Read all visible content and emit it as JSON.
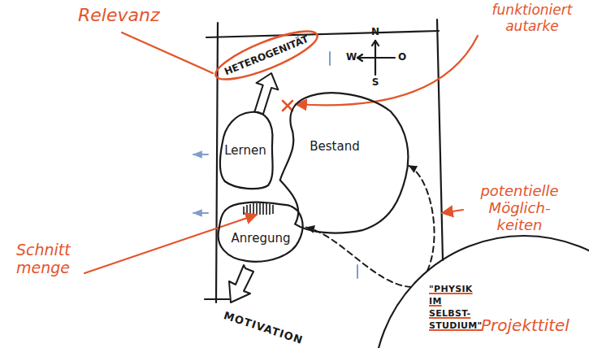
{
  "diagram": {
    "nodes": [
      {
        "text": [
          "HETEROGENITÄT"
        ]
      },
      {
        "text": [
          "Lernen"
        ]
      },
      {
        "text": [
          "Bestand"
        ]
      },
      {
        "text": [
          "Anregung"
        ]
      },
      {
        "text": [
          "\"PHYSIK IM SELBST- STUDIUM\""
        ]
      }
    ],
    "edges": [
      {
        "from": 1,
        "to": 0,
        "arrow": "to"
      },
      {
        "from": 4,
        "to": 2,
        "arrow": "to"
      },
      {
        "from": 4,
        "to": 3,
        "arrow": "to"
      }
    ],
    "labels": [
      "Relevanz",
      "funktioniert autarke",
      "N",
      "W",
      "O",
      "S",
      "Schnitt menge",
      "potentielle Möglich- keiten",
      "MOTIVATION",
      "Projekttitel"
    ]
  }
}
